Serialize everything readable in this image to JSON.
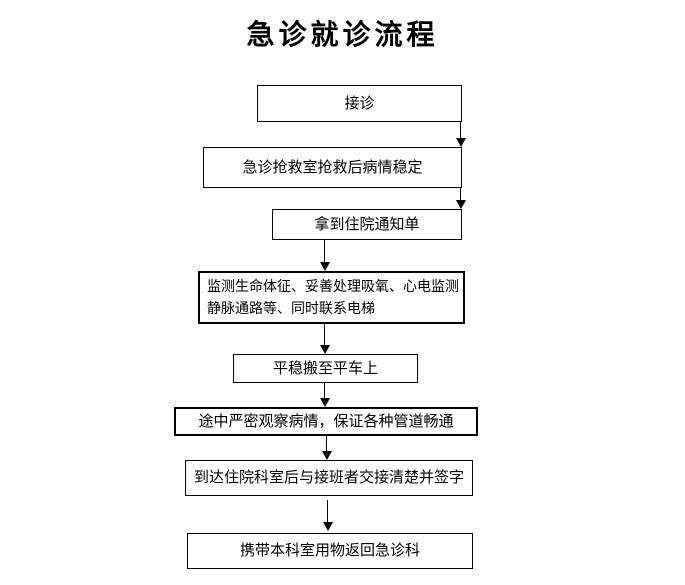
{
  "title": "急诊就诊流程",
  "flowchart": {
    "steps": [
      {
        "label": "接诊"
      },
      {
        "label": "急诊抢救室抢救后病情稳定"
      },
      {
        "label": "拿到住院通知单"
      },
      {
        "label": "监测生命体征、妥善处理吸氧、心电监测\n静脉通路等、同时联系电梯"
      },
      {
        "label": "平稳搬至平车上"
      },
      {
        "label": "途中严密观察病情，保证各种管道畅通"
      },
      {
        "label": "到达住院科室后与接班者交接清楚并签字"
      },
      {
        "label": "携带本科室用物返回急诊科"
      }
    ],
    "connector_style": "solid-line-down-arrow",
    "colors": {
      "background": "#ffffff",
      "box_border": "#000000",
      "text": "#000000",
      "arrow": "#000000"
    }
  }
}
